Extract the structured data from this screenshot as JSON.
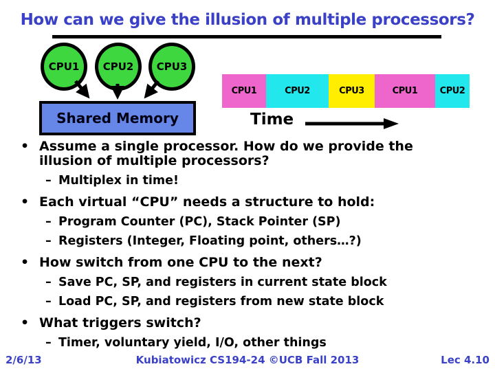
{
  "title": "How can we give the illusion of multiple processors?",
  "diagram": {
    "cpus": [
      "CPU1",
      "CPU2",
      "CPU3"
    ],
    "shared_memory_label": "Shared Memory",
    "timeline": {
      "label": "Time",
      "segments": [
        {
          "label": "CPU1",
          "color": "#ee66cc",
          "width": 64
        },
        {
          "label": "CPU2",
          "color": "#22e8ee",
          "width": 91
        },
        {
          "label": "CPU3",
          "color": "#ffee00",
          "width": 67
        },
        {
          "label": "CPU1",
          "color": "#ee66cc",
          "width": 88
        },
        {
          "label": "CPU2",
          "color": "#22e8ee",
          "width": 50
        }
      ]
    }
  },
  "markers": {
    "l1": "•",
    "l2": "–"
  },
  "bullets": [
    {
      "level": 1,
      "text": "Assume a single processor.  How do we provide the illusion of multiple processors?"
    },
    {
      "level": 2,
      "text": "Multiplex in time!"
    },
    {
      "level": 1,
      "text": "Each virtual “CPU” needs a structure to hold:"
    },
    {
      "level": 2,
      "text": "Program Counter (PC), Stack Pointer (SP)"
    },
    {
      "level": 2,
      "text": "Registers (Integer, Floating point, others…?)"
    },
    {
      "level": 1,
      "text": "How switch from one CPU to the next?"
    },
    {
      "level": 2,
      "text": "Save PC, SP, and registers in current state block"
    },
    {
      "level": 2,
      "text": "Load PC, SP, and registers from new state block"
    },
    {
      "level": 1,
      "text": "What triggers switch?"
    },
    {
      "level": 2,
      "text": "Timer, voluntary yield, I/O, other things"
    }
  ],
  "footer": {
    "date": "2/6/13",
    "center": "Kubiatowicz CS194-24 ©UCB Fall 2013",
    "lecture": "Lec 4.10"
  },
  "colors": {
    "title_blue": "#3a41c6",
    "cpu_green": "#3fd73f",
    "memory_blue": "#6787e8",
    "slice_pink": "#ee66cc",
    "slice_cyan": "#22e8ee",
    "slice_yellow": "#ffee00",
    "text_black": "#000000"
  }
}
